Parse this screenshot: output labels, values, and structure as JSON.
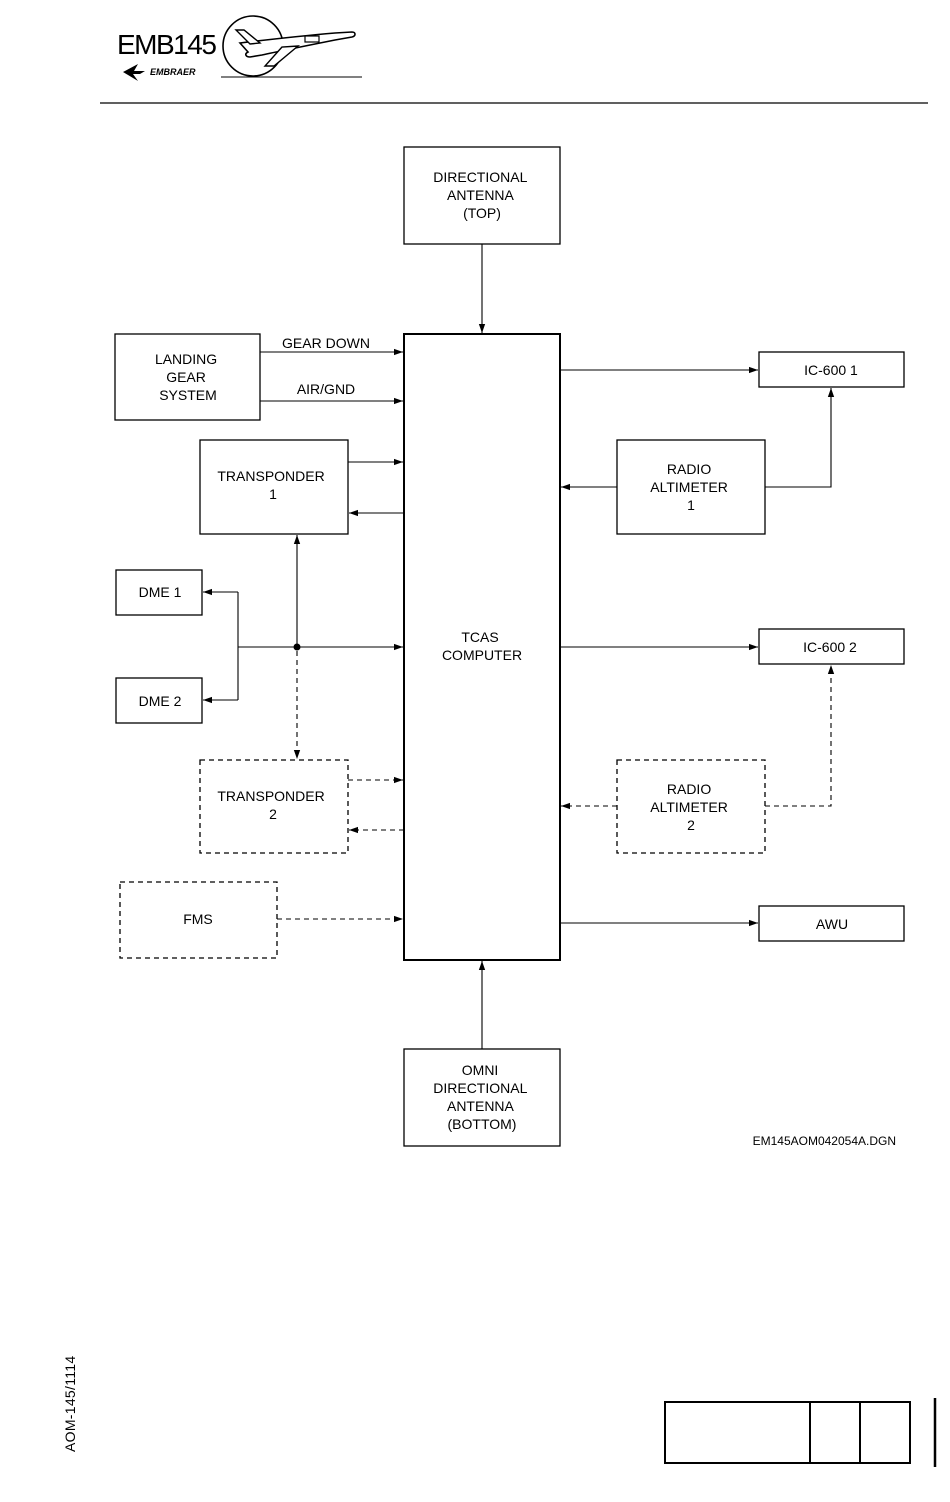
{
  "header": {
    "logo_model": "EMB145",
    "logo_brand": "EMBRAER"
  },
  "diagram": {
    "directional_antenna": [
      "DIRECTIONAL",
      "ANTENNA",
      "(TOP)"
    ],
    "landing_gear": [
      "LANDING",
      "GEAR",
      "SYSTEM"
    ],
    "gear_down_label": "GEAR DOWN",
    "air_gnd_label": "AIR/GND",
    "transponder1": [
      "TRANSPONDER",
      "1"
    ],
    "dme1": "DME 1",
    "dme2": "DME 2",
    "transponder2": [
      "TRANSPONDER",
      "2"
    ],
    "fms": "FMS",
    "tcas": [
      "TCAS",
      "COMPUTER"
    ],
    "ic600_1": "IC-600 1",
    "radio_altimeter1": [
      "RADIO",
      "ALTIMETER",
      "1"
    ],
    "ic600_2": "IC-600 2",
    "radio_altimeter2": [
      "RADIO",
      "ALTIMETER",
      "2"
    ],
    "awu": "AWU",
    "omni_antenna": [
      "OMNI",
      "DIRECTIONAL",
      "ANTENNA",
      "(BOTTOM)"
    ],
    "drawing_id": "EM145AOM042054A.DGN"
  },
  "footer": {
    "doc_code": "AOM-145/1114"
  }
}
